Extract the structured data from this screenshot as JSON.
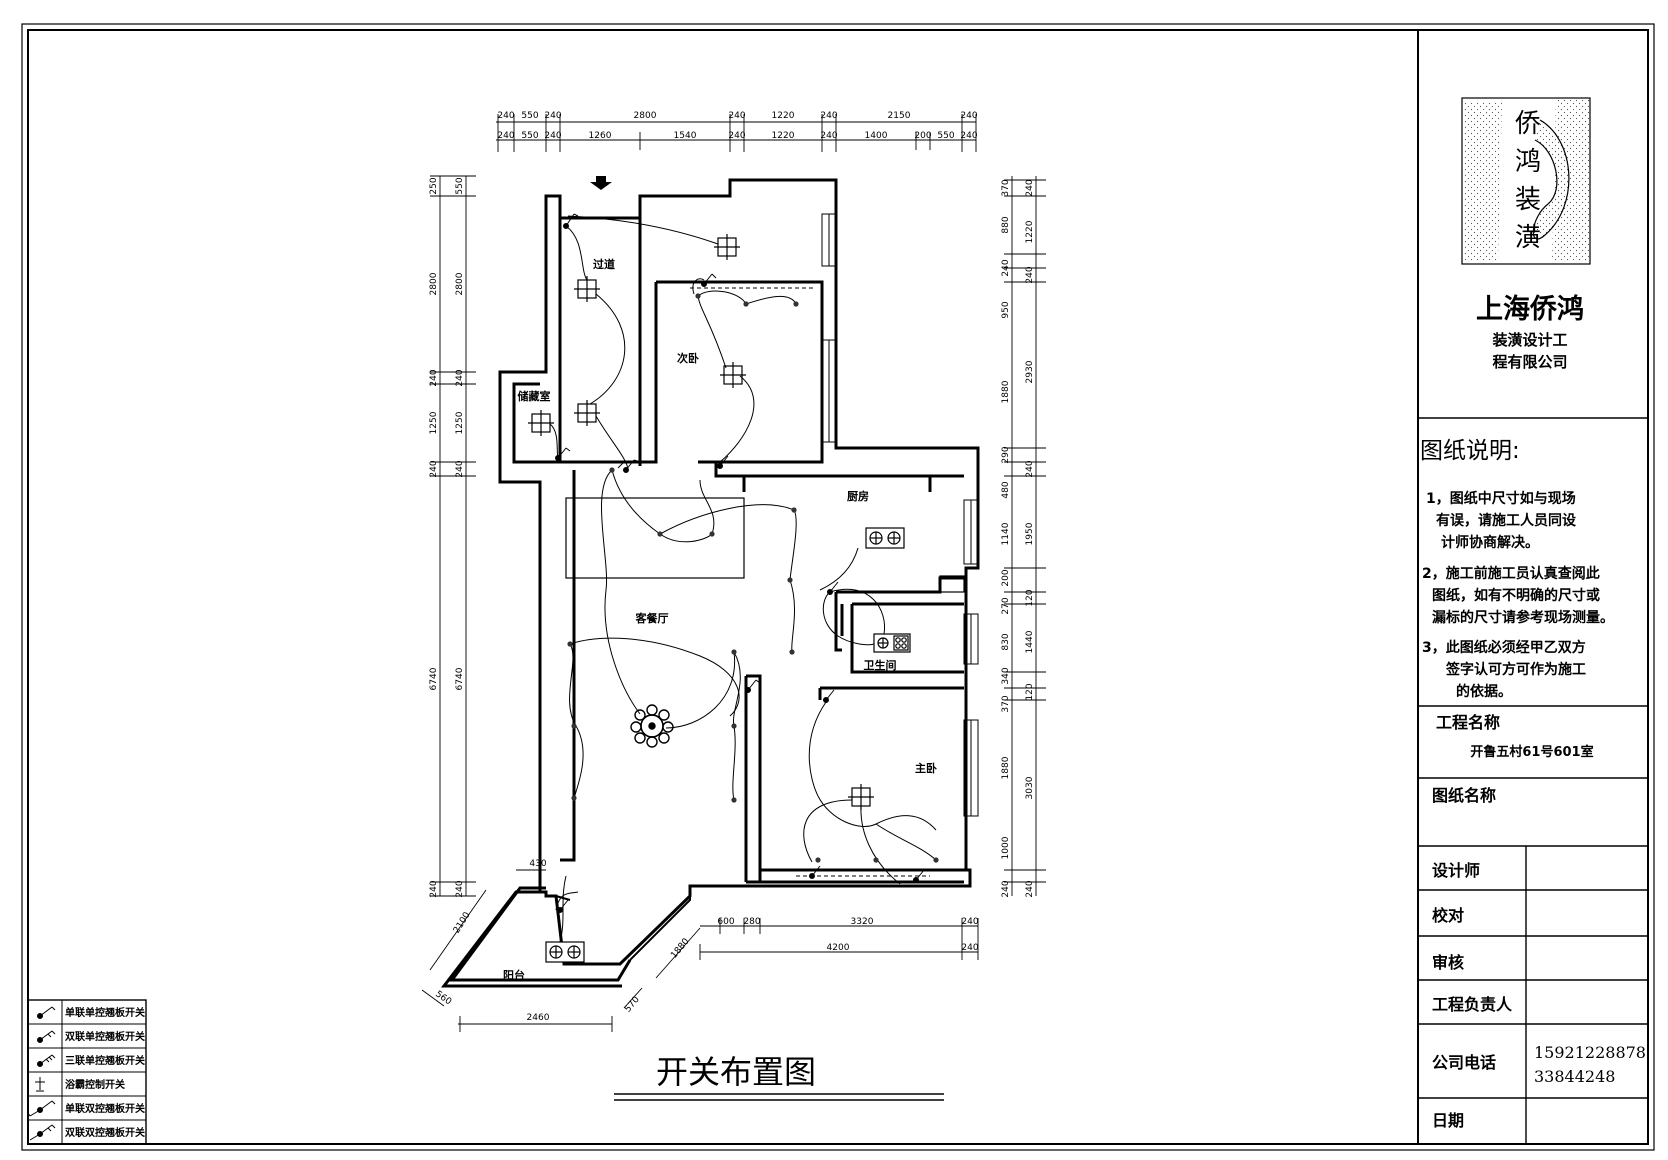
{
  "title": "开关布置图",
  "company": {
    "logo_chars": [
      "侨",
      "鸿",
      "装",
      "潢"
    ],
    "name": "上海侨鸿",
    "sub_line1": "装潢设计工",
    "sub_line2": "程有限公司"
  },
  "notes": {
    "heading": "图纸说明:",
    "items": [
      [
        "1，图纸中尺寸如与现场",
        "有误，请施工人员同设",
        "计师协商解决。"
      ],
      [
        "2，施工前施工员认真查阅此",
        "图纸，如有不明确的尺寸或",
        "漏标的尺寸请参考现场测量。"
      ],
      [
        "3，此图纸必须经甲乙双方",
        "签字认可方可作为施工",
        "的依据。"
      ]
    ]
  },
  "project": {
    "label": "工程名称",
    "value": "开鲁五村61号601室"
  },
  "drawing_name_label": "图纸名称",
  "signoff": {
    "designer": "设计师",
    "checker": "校对",
    "reviewer": "审核",
    "manager": "工程负责人",
    "phone_label": "公司电话",
    "phone1": "15921228878",
    "phone2": "33844248",
    "date": "日期"
  },
  "legend": [
    "单联单控翘板开关",
    "双联单控翘板开关",
    "三联单控翘板开关",
    "浴霸控制开关",
    "单联双控翘板开关",
    "双联双控翘板开关"
  ],
  "rooms": {
    "corridor": "过道",
    "second_bedroom": "次卧",
    "storage": "储藏室",
    "kitchen": "厨房",
    "living": "客餐厅",
    "bathroom": "卫生间",
    "master": "主卧",
    "balcony": "阳台"
  },
  "dims_top_row1": [
    "240",
    "550",
    "240",
    "2800",
    "240",
    "1220",
    "240",
    "2150",
    "240"
  ],
  "dims_top_row2": [
    "240",
    "550",
    "240",
    "1260",
    "1540",
    "240",
    "1220",
    "240",
    "1400",
    "200",
    "550",
    "240"
  ],
  "dims_left_outer": [
    "250",
    "2800",
    "240",
    "1250",
    "240",
    "6740",
    "240"
  ],
  "dims_left_inner": [
    "550",
    "2800",
    "240",
    "1250",
    "240",
    "6740",
    "240"
  ],
  "dims_right_inner": [
    "370",
    "880",
    "240",
    "950",
    "1880",
    "290",
    "480",
    "1140",
    "200",
    "270",
    "830",
    "340",
    "370",
    "1880",
    "1000",
    "240"
  ],
  "dims_right_outer": [
    "240",
    "1220",
    "240",
    "2930",
    "240",
    "1950",
    "120",
    "1440",
    "120",
    "3030",
    "240"
  ],
  "dims_bottom": [
    "600",
    "280",
    "3320",
    "240",
    "4200",
    "240"
  ],
  "dims_balcony": [
    "430",
    "2100",
    "560",
    "2460",
    "570",
    "1880"
  ],
  "colors": {
    "line": "#000000",
    "paper": "#ffffff"
  }
}
